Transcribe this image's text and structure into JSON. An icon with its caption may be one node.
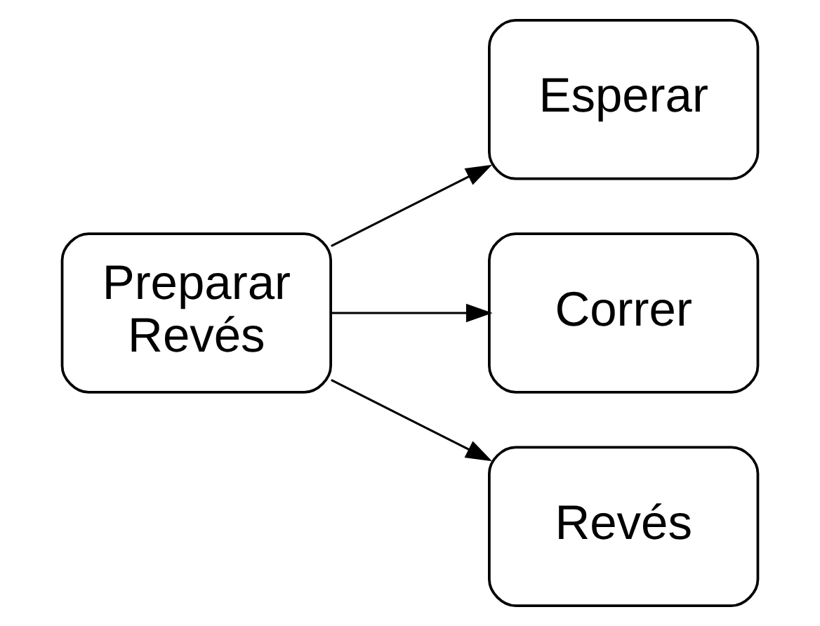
{
  "diagram": {
    "nodes": [
      {
        "text": [
          "Preparar Revés"
        ]
      },
      {
        "text": [
          "Esperar"
        ]
      },
      {
        "text": [
          "Correr"
        ]
      },
      {
        "text": [
          "Revés"
        ]
      }
    ],
    "edges": [
      {
        "from": 0,
        "to": 1,
        "arrow": "to"
      },
      {
        "from": 0,
        "to": 2,
        "arrow": "to"
      },
      {
        "from": 0,
        "to": 3,
        "arrow": "to"
      }
    ]
  }
}
